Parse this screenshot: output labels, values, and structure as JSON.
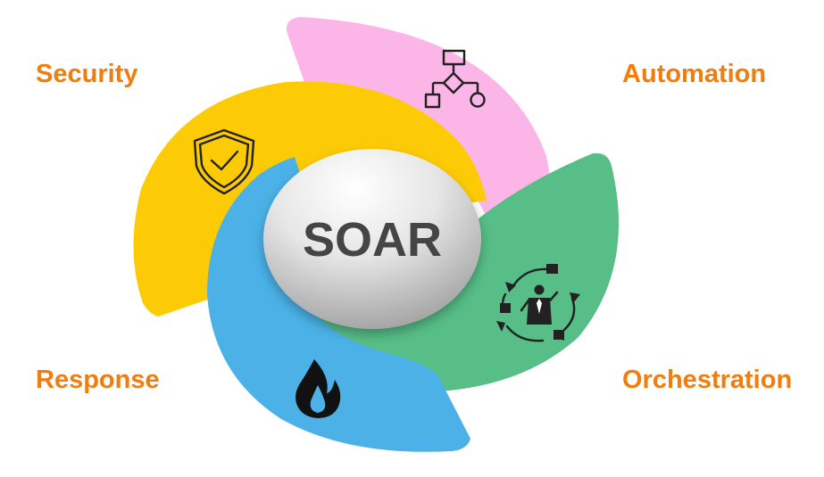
{
  "center": {
    "label": "SOAR"
  },
  "labels": {
    "security": "Security",
    "automation": "Automation",
    "response": "Response",
    "orchestration": "Orchestration"
  },
  "colors": {
    "label_text": "#f07d0e",
    "security_petal": "#fdcb05",
    "automation_petal": "#fbb5e6",
    "orchestration_petal": "#56be86",
    "response_petal": "#4bb1e7",
    "center_text": "#454545"
  },
  "icons": {
    "security": "shield-check-icon",
    "automation": "workflow-icon",
    "orchestration": "orchestration-cycle-icon",
    "response": "fire-icon"
  }
}
